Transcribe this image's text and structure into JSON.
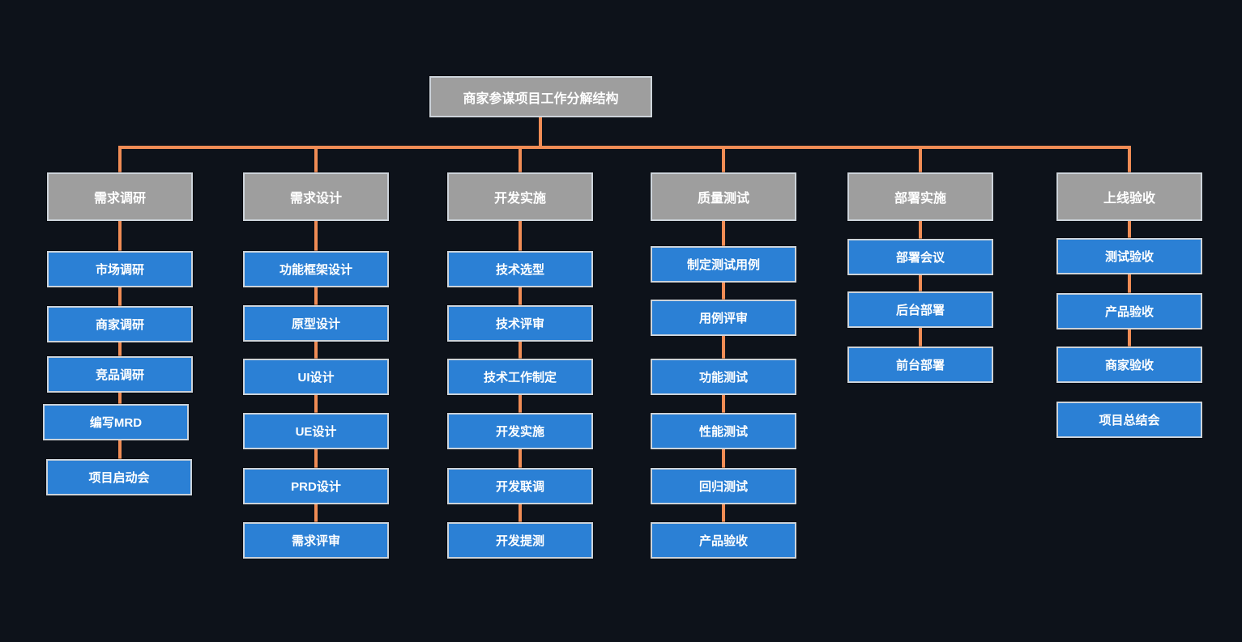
{
  "colors": {
    "background": "#0d121a",
    "connector": "#f08c55",
    "branch_fill": "#9e9e9e",
    "task_fill": "#2b80d5",
    "node_border": "#ccd3da",
    "text": "#ffffff"
  },
  "diagram": {
    "root": {
      "label": "商家参谋项目工作分解结构"
    },
    "branches": [
      {
        "label": "需求调研",
        "children": [
          {
            "label": "市场调研",
            "connected": true
          },
          {
            "label": "商家调研",
            "connected": true
          },
          {
            "label": "竞品调研",
            "connected": true
          },
          {
            "label": "编写MRD",
            "connected": true
          },
          {
            "label": "项目启动会",
            "connected": true
          }
        ]
      },
      {
        "label": "需求设计",
        "children": [
          {
            "label": "功能框架设计",
            "connected": true
          },
          {
            "label": "原型设计",
            "connected": true
          },
          {
            "label": "UI设计",
            "connected": true
          },
          {
            "label": "UE设计",
            "connected": true
          },
          {
            "label": "PRD设计",
            "connected": true
          },
          {
            "label": "需求评审",
            "connected": true
          }
        ]
      },
      {
        "label": "开发实施",
        "children": [
          {
            "label": "技术选型",
            "connected": true
          },
          {
            "label": "技术评审",
            "connected": true
          },
          {
            "label": "技术工作制定",
            "connected": true
          },
          {
            "label": "开发实施",
            "connected": true
          },
          {
            "label": "开发联调",
            "connected": true
          },
          {
            "label": "开发提测",
            "connected": true
          }
        ]
      },
      {
        "label": "质量测试",
        "children": [
          {
            "label": "制定测试用例",
            "connected": true
          },
          {
            "label": "用例评审",
            "connected": true
          },
          {
            "label": "功能测试",
            "connected": true
          },
          {
            "label": "性能测试",
            "connected": true
          },
          {
            "label": "回归测试",
            "connected": true
          },
          {
            "label": "产品验收",
            "connected": true
          }
        ]
      },
      {
        "label": "部署实施",
        "children": [
          {
            "label": "部署会议",
            "connected": true
          },
          {
            "label": "后台部署",
            "connected": true
          },
          {
            "label": "前台部署",
            "connected": true
          }
        ]
      },
      {
        "label": "上线验收",
        "children": [
          {
            "label": "测试验收",
            "connected": true
          },
          {
            "label": "产品验收",
            "connected": true
          },
          {
            "label": "商家验收",
            "connected": true
          },
          {
            "label": "项目总结会",
            "connected": false
          }
        ]
      }
    ]
  }
}
